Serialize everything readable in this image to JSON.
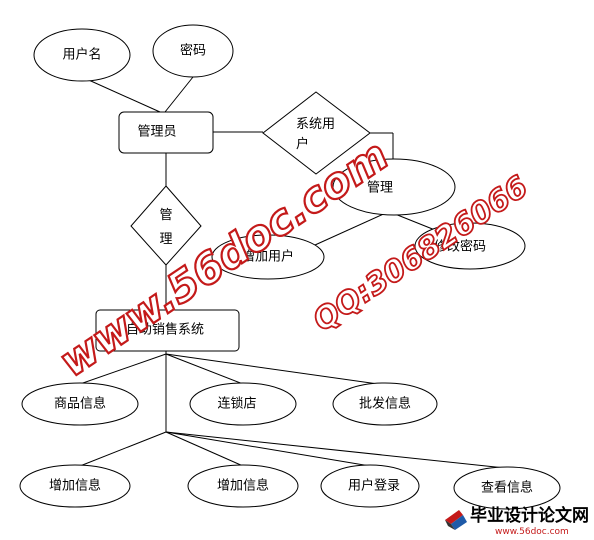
{
  "diagram": {
    "attr_username": "用户名",
    "attr_password": "密码",
    "entity_admin": "管理员",
    "rel_system_user_line1": "系统用",
    "rel_system_user_line2": "户",
    "rel_manage_line1": "管",
    "rel_manage_line2": "理",
    "rel_manage_top": "管理",
    "attr_add_user": "增加用户",
    "attr_change_password": "修改密码",
    "entity_system": "自助销售系统",
    "attr_goods_info": "商品信息",
    "attr_chain_store": "连锁店",
    "attr_wholesale_info": "批发信息",
    "attr_add_info_1": "增加信息",
    "attr_add_info_2": "增加信息",
    "attr_user_login": "用户登录",
    "attr_view_info": "查看信息"
  },
  "watermark": {
    "site": "www.56doc.com",
    "qq": "QQ:306826066"
  },
  "logo": {
    "title": "毕业设计论文网",
    "url": "www.56doc.com"
  },
  "colors": {
    "line": "#000000",
    "watermark": "#c41a1a"
  }
}
